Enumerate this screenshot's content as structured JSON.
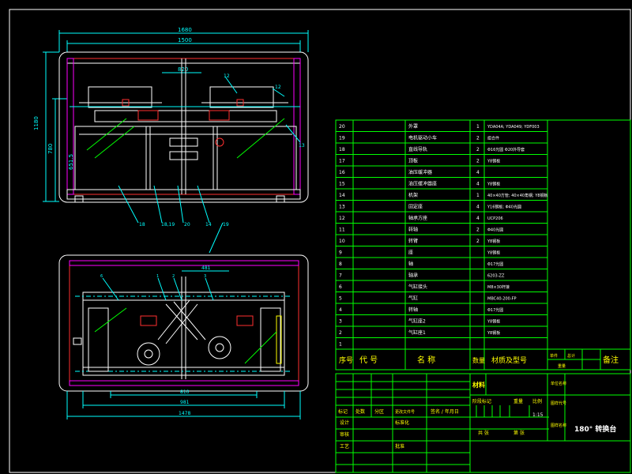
{
  "drawing": {
    "front_view": {
      "dims": [
        "1680",
        "1500",
        "820",
        "1180",
        "780",
        "651.5"
      ],
      "callouts": [
        "18",
        "19",
        "18,19",
        "20",
        "14",
        "12",
        "12",
        "13"
      ]
    },
    "top_view": {
      "dims": [
        "481",
        "810",
        "981",
        "1478"
      ],
      "callouts": [
        "6",
        "1",
        "2",
        "3"
      ]
    }
  },
  "bom": {
    "rows": [
      {
        "no": "20",
        "code": "",
        "name": "外罩",
        "qty": "1",
        "material": "YDA04A; YDA049; YDF003"
      },
      {
        "no": "19",
        "code": "",
        "name": "电机驱动小车",
        "qty": "2",
        "material": "组合件"
      },
      {
        "no": "18",
        "code": "",
        "name": "直线导轨",
        "qty": "2",
        "material": "Φ16光圆 Φ20外导套"
      },
      {
        "no": "17",
        "code": "",
        "name": "顶板",
        "qty": "2",
        "material": "Y8钢板"
      },
      {
        "no": "16",
        "code": "",
        "name": "油压缓冲器",
        "qty": "4",
        "material": ""
      },
      {
        "no": "15",
        "code": "",
        "name": "油压缓冲器座",
        "qty": "4",
        "material": "Y8钢板"
      },
      {
        "no": "14",
        "code": "",
        "name": "机架",
        "qty": "1",
        "material": "40×40方管; 40×40角钢; Y8钢板"
      },
      {
        "no": "13",
        "code": "",
        "name": "固定座",
        "qty": "4",
        "material": "Y16钢板; Φ40光圆"
      },
      {
        "no": "12",
        "code": "",
        "name": "轴承方座",
        "qty": "4",
        "material": "UCP206"
      },
      {
        "no": "11",
        "code": "",
        "name": "转轴",
        "qty": "2",
        "material": "Φ40光圆"
      },
      {
        "no": "10",
        "code": "",
        "name": "转臂",
        "qty": "2",
        "material": "Y8钢板"
      },
      {
        "no": "9",
        "code": "",
        "name": "座",
        "qty": "",
        "material": "Y8钢板"
      },
      {
        "no": "8",
        "code": "",
        "name": "轴",
        "qty": "",
        "material": "Φ17光圆"
      },
      {
        "no": "7",
        "code": "",
        "name": "轴承",
        "qty": "",
        "material": "6203-ZZ"
      },
      {
        "no": "6",
        "code": "",
        "name": "气缸接头",
        "qty": "",
        "material": "M8×30杆接"
      },
      {
        "no": "5",
        "code": "",
        "name": "气缸",
        "qty": "",
        "material": "MBC40-200-FP"
      },
      {
        "no": "4",
        "code": "",
        "name": "转轴",
        "qty": "",
        "material": "Φ17光圆"
      },
      {
        "no": "3",
        "code": "",
        "name": "气缸座2",
        "qty": "",
        "material": "Y8钢板"
      },
      {
        "no": "2",
        "code": "",
        "name": "气缸座1",
        "qty": "",
        "material": "Y8钢板"
      },
      {
        "no": "1",
        "code": "",
        "name": "",
        "qty": "",
        "material": ""
      }
    ],
    "header": {
      "no": "序号",
      "code": "代 号",
      "name": "名 称",
      "qty": "数量",
      "material": "材质及型号",
      "unit_w": "单件",
      "total_w": "总计",
      "weight": "重量",
      "remark": "备注"
    }
  },
  "title_block": {
    "material_label": "材料",
    "org_label": "单位名称",
    "mark_label": "标记",
    "count_label": "处数",
    "zone_label": "分区",
    "change_doc_label": "更改文件号",
    "sign_label": "签名",
    "date_label": "年月日",
    "stage_label": "阶段标记",
    "weight_label": "重量",
    "scale_label": "比例",
    "scale_value": "1:15",
    "drawing_no_label": "图样代号",
    "design_label": "设计",
    "std_label": "标准化",
    "check_label": "审核",
    "craft_label": "工艺",
    "approve_label": "批准",
    "sheets_label": "共 张",
    "sheet_label": "第 张",
    "drawing_name_label": "图样名称",
    "drawing_name": "180° 转换台"
  }
}
